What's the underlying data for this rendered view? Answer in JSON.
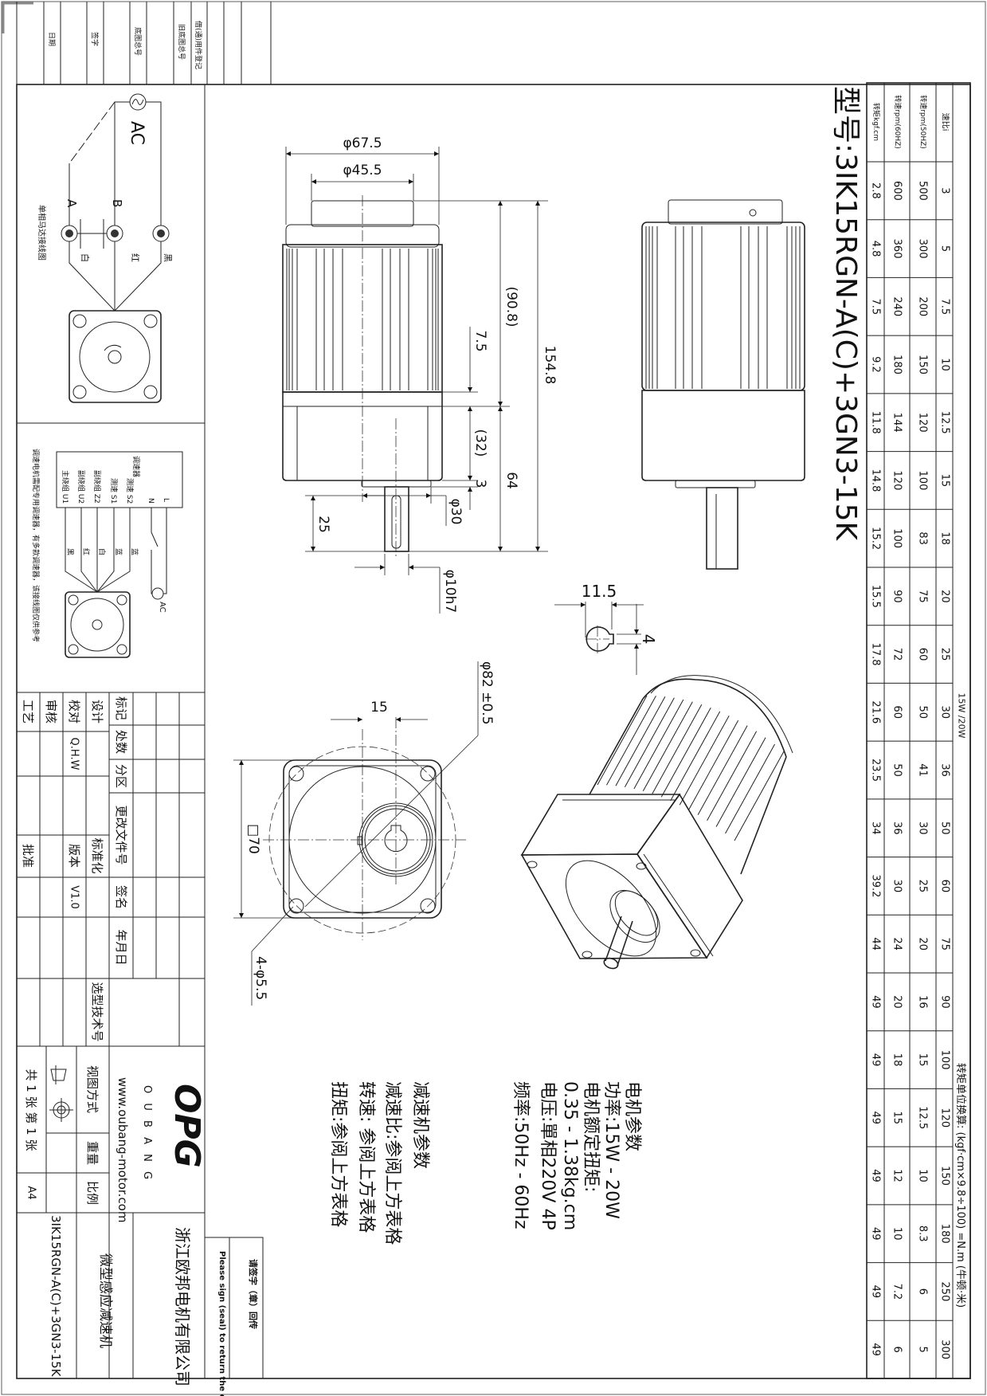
{
  "drawing": {
    "model_title": "型号:3IK15RGN-A(C)+3GN3-15K",
    "border_labels": [
      "日期",
      "签字",
      "底图总号",
      "旧底图总号",
      "借(通)用件登记"
    ]
  },
  "ratio_table": {
    "conversion_note": "转矩单位换算: (kgf·cm×9.8÷100) =N.m (牛顿·米)",
    "power_label": "15W /20W",
    "row_headers": [
      "速比i",
      "转速rpm(50HZ)",
      "转速rpm(60HZ)",
      "转矩kgf.cm"
    ],
    "ratio": [
      "3",
      "5",
      "7.5",
      "10",
      "12.5",
      "15",
      "18",
      "20",
      "25",
      "30",
      "36",
      "50",
      "60",
      "75",
      "90",
      "100",
      "120",
      "150",
      "180",
      "250",
      "300"
    ],
    "rpm_50hz": [
      "500",
      "300",
      "200",
      "150",
      "120",
      "100",
      "83",
      "75",
      "60",
      "50",
      "41",
      "30",
      "25",
      "20",
      "16",
      "15",
      "12.5",
      "10",
      "8.3",
      "6",
      "5"
    ],
    "rpm_60hz": [
      "600",
      "360",
      "240",
      "180",
      "144",
      "120",
      "100",
      "90",
      "72",
      "60",
      "50",
      "36",
      "30",
      "24",
      "20",
      "18",
      "15",
      "12",
      "10",
      "7.2",
      "6"
    ],
    "torque_kgfcm": [
      "2.8",
      "4.8",
      "7.5",
      "9.2",
      "11.8",
      "14.8",
      "15.2",
      "15.5",
      "17.8",
      "21.6",
      "23.5",
      "34",
      "39.2",
      "44",
      "49",
      "49",
      "49",
      "49",
      "49",
      "49",
      "49"
    ]
  },
  "dimensions": {
    "d67_5": "φ67.5",
    "d45_5": "φ45.5",
    "d90_8": "(90.8)",
    "d154_8": "154.8",
    "d7_5": "7.5",
    "d32": "(32)",
    "d3": "3",
    "d64": "64",
    "d25": "25",
    "d30": "φ30",
    "d10h7": "φ10h7",
    "d11_5": "11.5",
    "d4": "4",
    "d15": "15",
    "d70": "□70",
    "d82": "φ82 ±0.5",
    "holes": "4-φ5.5"
  },
  "motor_params": {
    "heading": "电机参数",
    "power": "功率:15W - 20W",
    "rated_torque_label": "电机额定扭矩:",
    "rated_torque_value": "0.35 - 1.38kg.cm",
    "voltage": "电压:單相220V 4P",
    "frequency": "频率:50Hz - 60Hz"
  },
  "gearhead_params": {
    "heading": "减速机参数",
    "ratio": "减速比:参阅上方表格",
    "speed": "转速: 参阅上方表格",
    "torque": "扭矩:参阅上方表格"
  },
  "wiring_single_phase": {
    "ac": "AC",
    "terminal_a": "A",
    "terminal_b": "B",
    "black": "黑",
    "red": "红",
    "white": "白",
    "caption": "单相马达接线图"
  },
  "wiring_speed_control": {
    "controller": "调速器",
    "terminals": [
      "主绕组 U1",
      "副绕组 U2",
      "副绕组 Z2",
      "测速 S1",
      "测速 S2",
      "N",
      "L"
    ],
    "wire_colors": [
      "黑",
      "红",
      "白",
      "蓝",
      "蓝"
    ],
    "ac": "AC",
    "note": "调速电机需配专用调速器，有多款调速器，该接线图仅供参考"
  },
  "title_block": {
    "mark": "标记",
    "count": "处数",
    "zone": "分区",
    "change_doc": "更改文件号",
    "signature": "签名",
    "date": "年月日",
    "design": "设计",
    "standardization": "标准化",
    "check": "校对",
    "checker": "Q.H.W",
    "version_label": "版本",
    "version": "V1.0",
    "review": "审核",
    "process": "工艺",
    "approve": "批准",
    "selection_no": "选型技术号",
    "view_method": "视图方式",
    "weight": "重量",
    "scale": "比例",
    "sheets": "共 1 张 第 1 张",
    "paper": "A4",
    "logo_text": "OPG",
    "logo_sub": "O U B A N G",
    "website": "www.oubang-motor.com",
    "company": "浙江欧邦电机有限公司",
    "product": "微型感应减速机",
    "model": "3IK15RGN-A(C)+3GN3-15K",
    "sign_return_cn": "请签字（章）回传",
    "sign_return_en": "Please sign (seal) to return the call"
  }
}
